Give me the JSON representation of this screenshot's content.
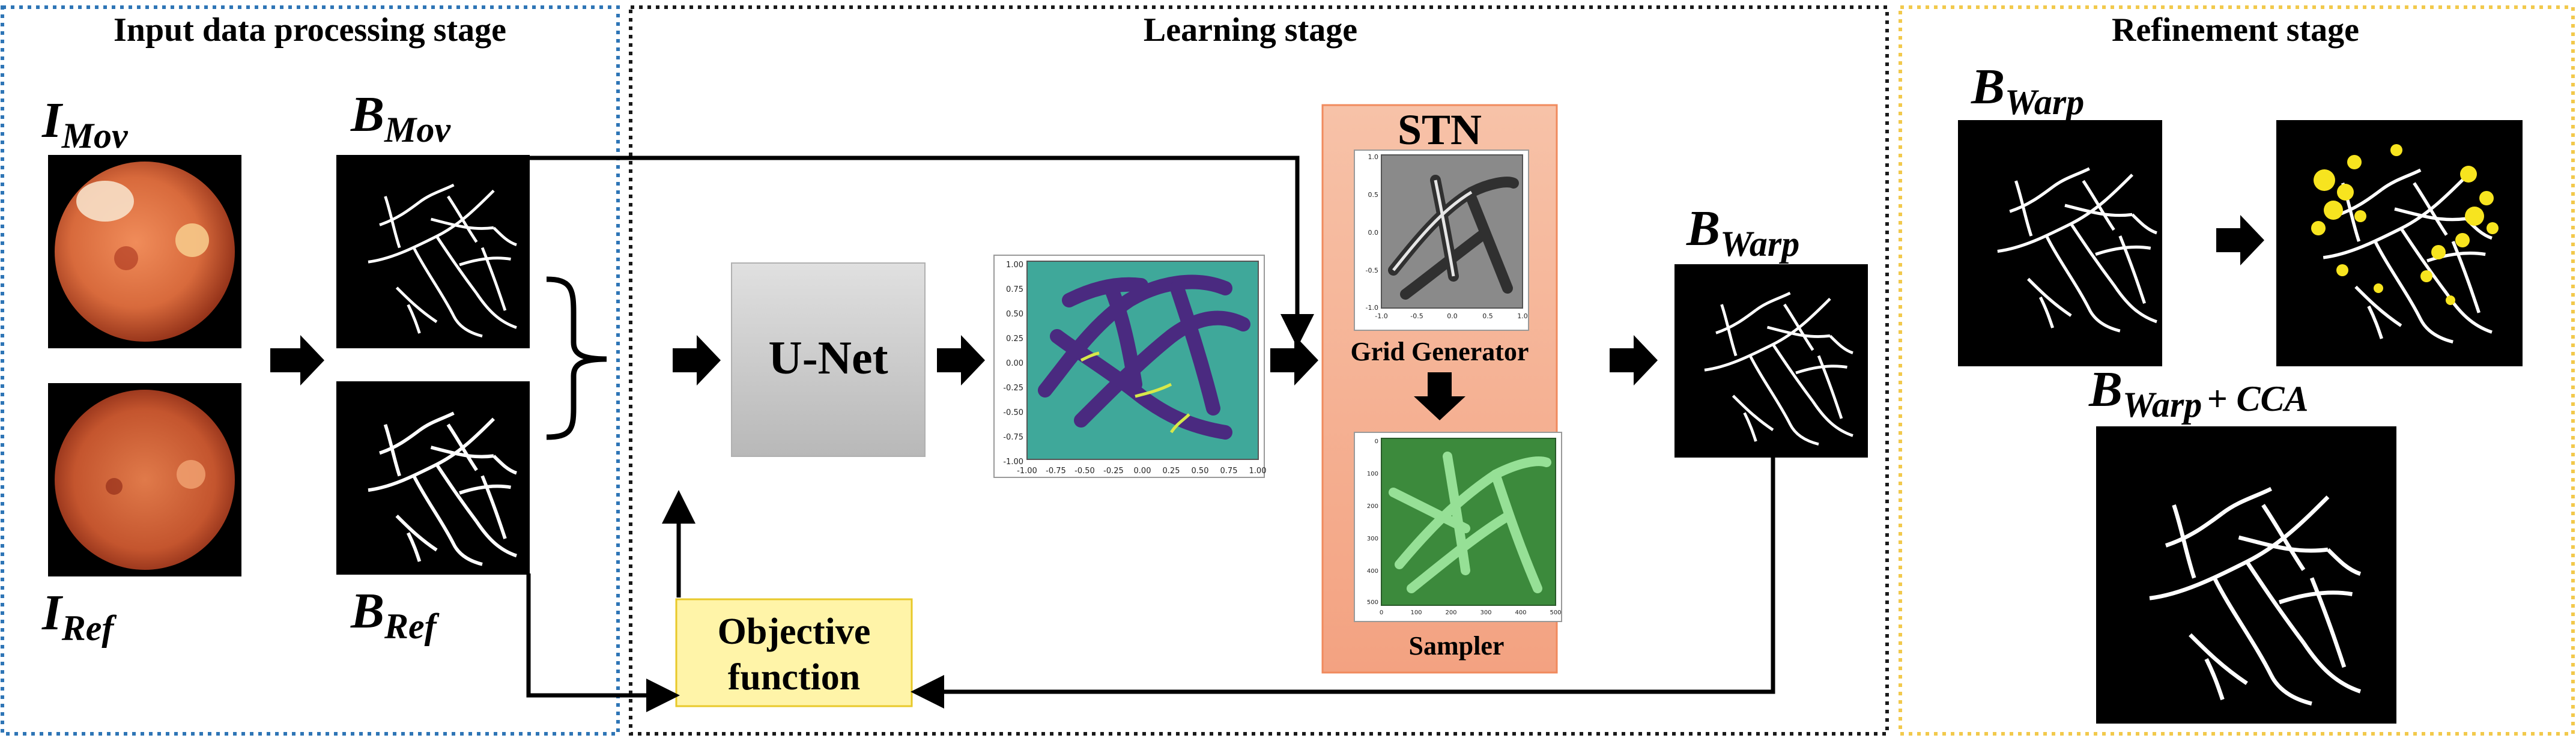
{
  "stages": {
    "input": {
      "title": "Input data processing stage",
      "border_color": "#2e75b6"
    },
    "learning": {
      "title": "Learning stage",
      "border_color": "#1a1a1a"
    },
    "refinement": {
      "title": "Refinement stage",
      "border_color": "#f2c94c"
    }
  },
  "labels": {
    "i_mov": {
      "base": "I",
      "sub": "Mov"
    },
    "i_ref": {
      "base": "I",
      "sub": "Ref"
    },
    "b_mov": {
      "base": "B",
      "sub": "Mov"
    },
    "b_ref": {
      "base": "B",
      "sub": "Ref"
    },
    "b_warp": {
      "base": "B",
      "sub": "Warp"
    },
    "b_warp_refine": {
      "base": "B",
      "sub": "Warp"
    },
    "b_warp_cca": {
      "base": "B",
      "sub": "Warp",
      "suffix": "+ CCA"
    }
  },
  "blocks": {
    "unet": {
      "label": "U-Net",
      "color": "#c8c8c8"
    },
    "objective": {
      "line1": "Objective",
      "line2": "function",
      "color": "#fff4a8",
      "border": "#e8c92a"
    },
    "stn": {
      "title": "STN",
      "color": "#f7b79a",
      "border": "#f08a5d"
    },
    "grid_generator": {
      "label": "Grid Generator"
    },
    "sampler": {
      "label": "Sampler"
    }
  },
  "deformation_plot": {
    "x_ticks": [
      "-1.00",
      "-0.75",
      "-0.50",
      "-0.25",
      "0.00",
      "0.25",
      "0.50",
      "0.75",
      "1.00"
    ],
    "y_ticks": [
      "1.00",
      "0.75",
      "0.50",
      "0.25",
      "0.00",
      "-0.25",
      "-0.50",
      "-0.75",
      "-1.00"
    ]
  },
  "grid_plot": {
    "x_ticks": [
      "-1.0",
      "-0.5",
      "0.0",
      "0.5",
      "1.0"
    ],
    "y_ticks": [
      "1.0",
      "0.5",
      "0.0",
      "-0.5",
      "-1.0"
    ]
  },
  "sampler_plot": {
    "x_ticks": [
      "0",
      "100",
      "200",
      "300",
      "400",
      "500"
    ],
    "y_ticks": [
      "0",
      "100",
      "200",
      "300",
      "400",
      "500"
    ]
  },
  "colors": {
    "fundus_orange": "#d86a3c",
    "vessel": "#ffffff",
    "highlight_yellow": "#f7e41f",
    "deform_teal": "#3fa89a",
    "deform_purple": "#4a2a80",
    "sampler_green": "#3c8a3c"
  }
}
